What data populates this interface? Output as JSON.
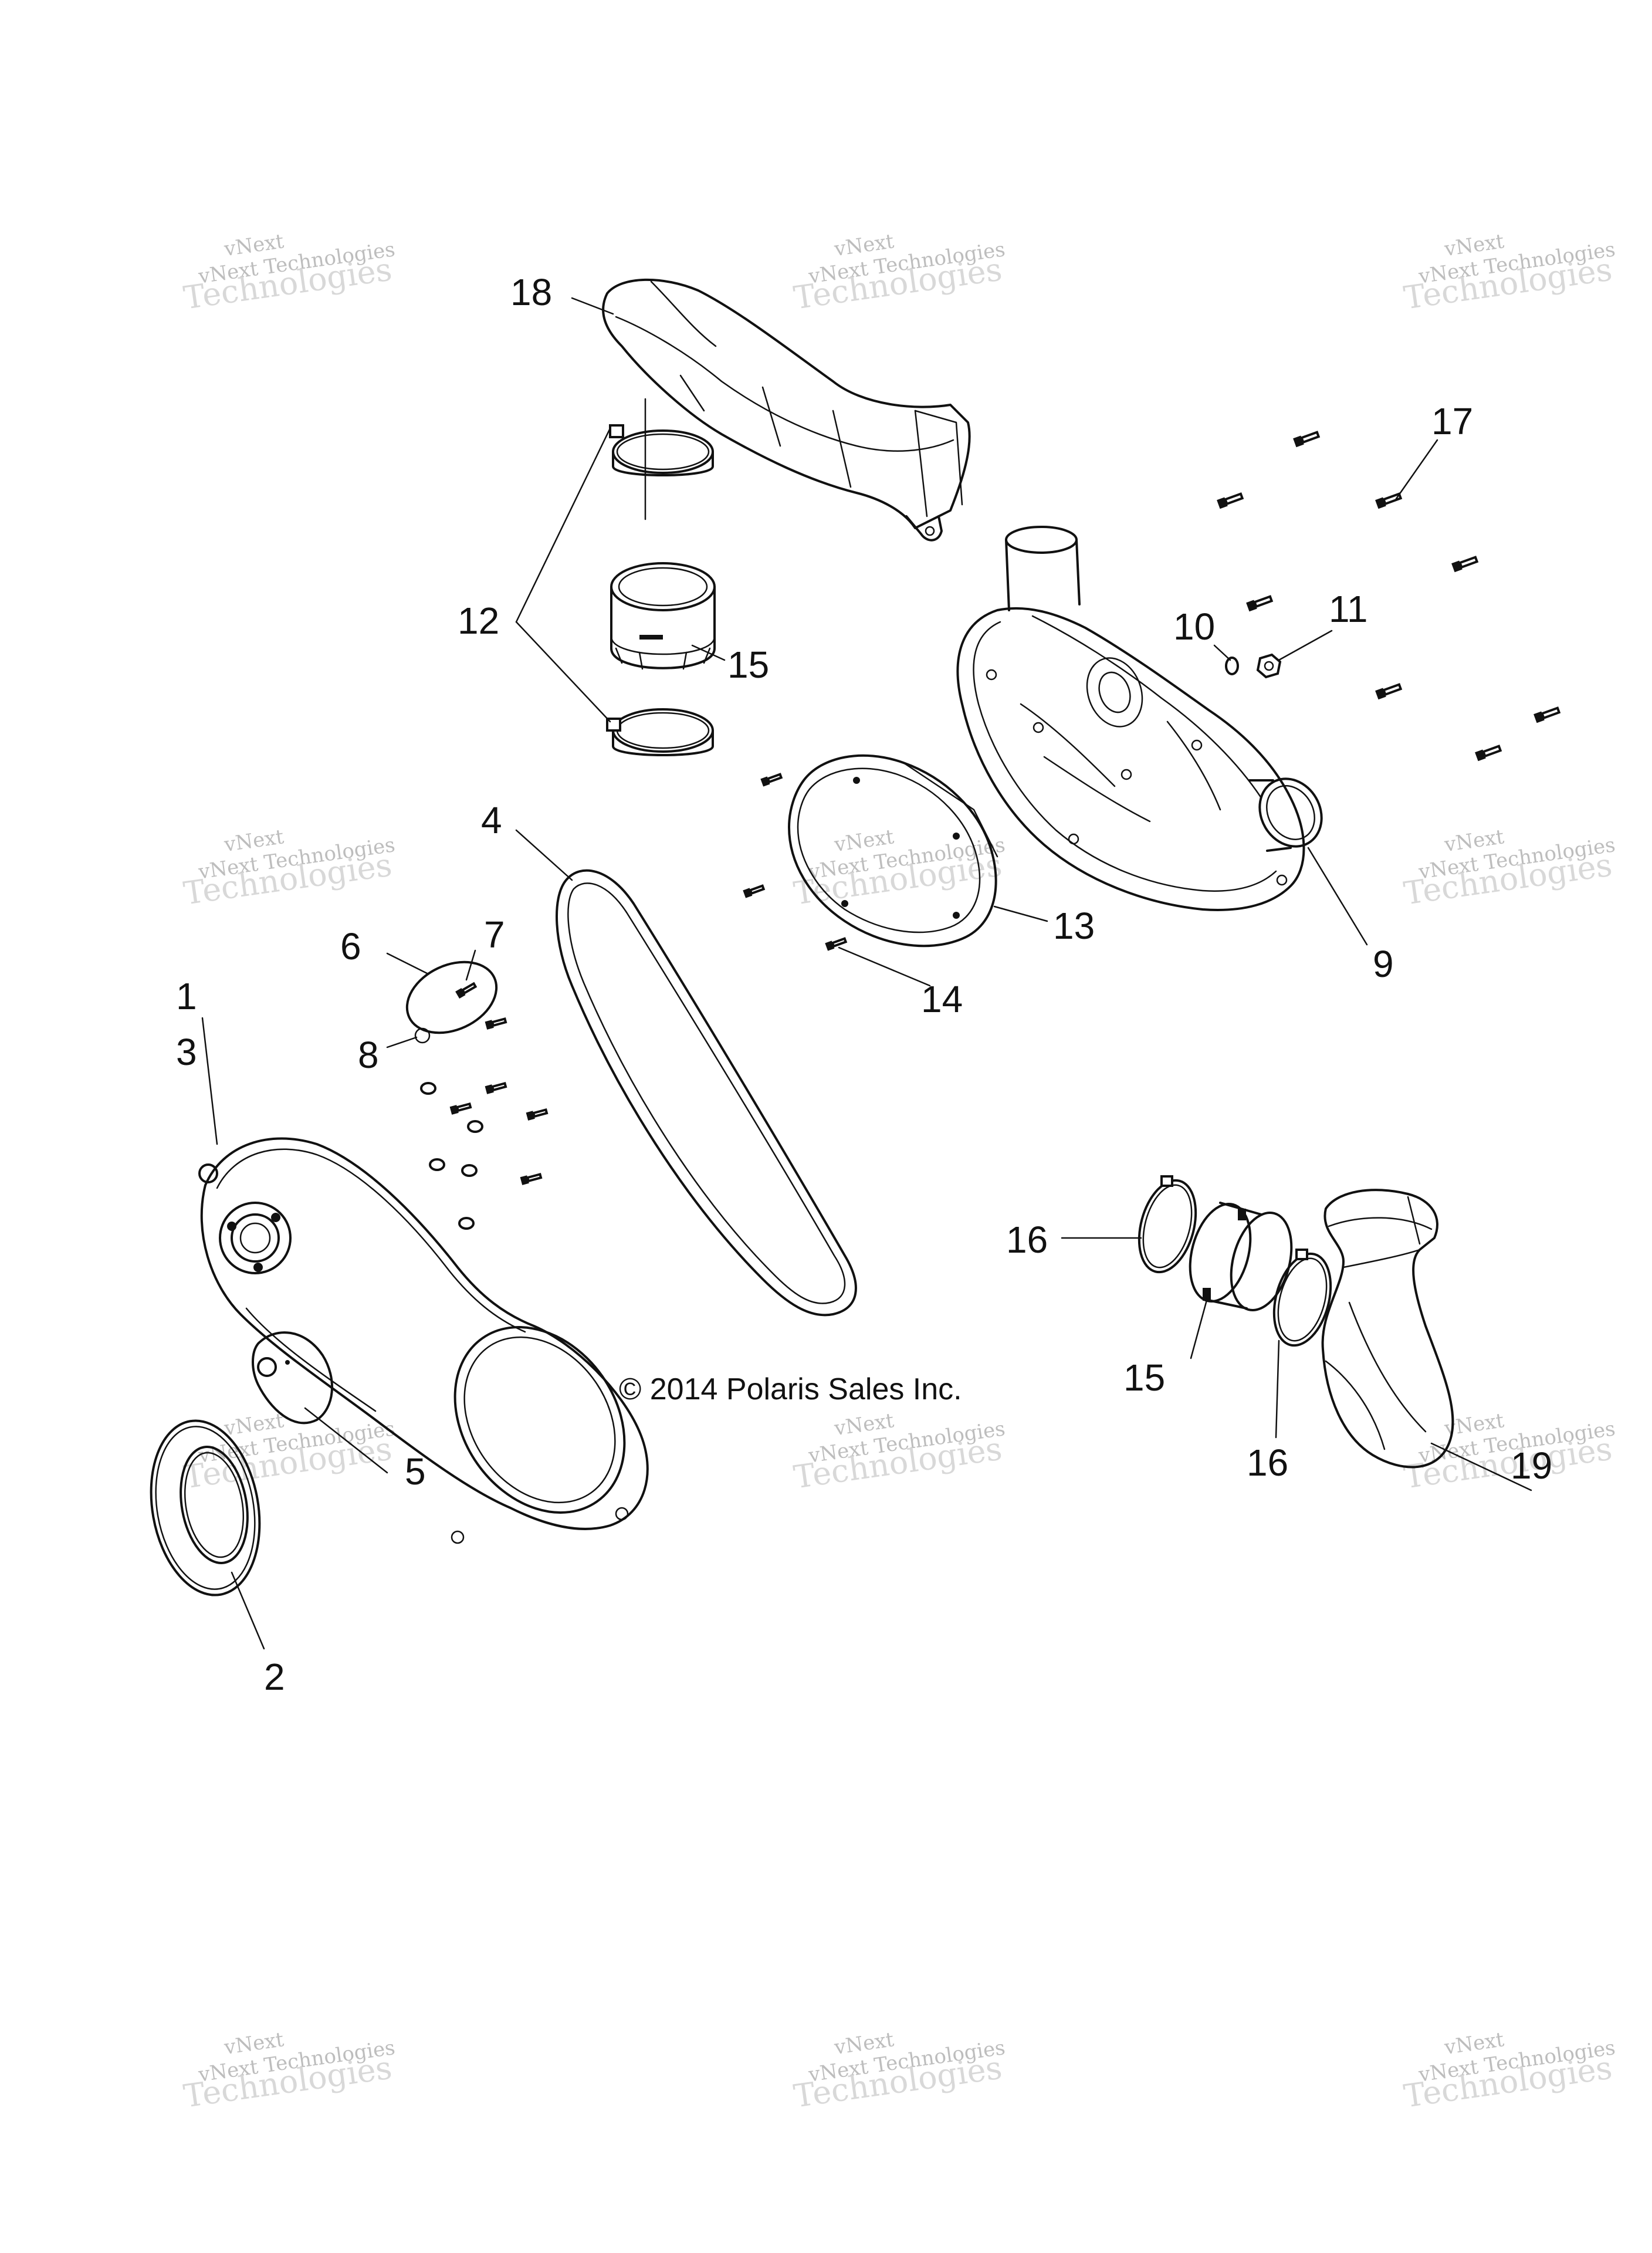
{
  "copyright": "© 2014 Polaris Sales Inc.",
  "watermark": {
    "line1": "vNext",
    "line2": "vNext Technologies",
    "line3": "Technologies"
  },
  "callouts": [
    {
      "id": "1",
      "text": "1"
    },
    {
      "id": "2",
      "text": "2"
    },
    {
      "id": "3",
      "text": "3"
    },
    {
      "id": "4",
      "text": "4"
    },
    {
      "id": "5",
      "text": "5"
    },
    {
      "id": "6",
      "text": "6"
    },
    {
      "id": "7",
      "text": "7"
    },
    {
      "id": "8",
      "text": "8"
    },
    {
      "id": "9",
      "text": "9"
    },
    {
      "id": "10",
      "text": "10"
    },
    {
      "id": "11",
      "text": "11"
    },
    {
      "id": "12",
      "text": "12"
    },
    {
      "id": "13",
      "text": "13"
    },
    {
      "id": "14",
      "text": "14"
    },
    {
      "id": "15a",
      "text": "15"
    },
    {
      "id": "15b",
      "text": "15"
    },
    {
      "id": "16a",
      "text": "16"
    },
    {
      "id": "16b",
      "text": "16"
    },
    {
      "id": "17",
      "text": "17"
    },
    {
      "id": "18",
      "text": "18"
    },
    {
      "id": "19",
      "text": "19"
    }
  ]
}
